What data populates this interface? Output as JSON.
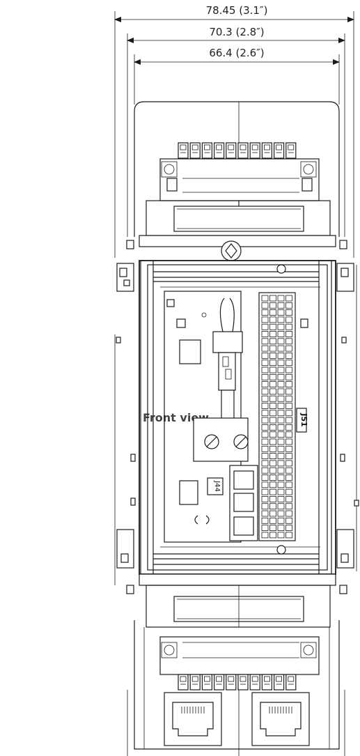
{
  "dimensions": [
    {
      "label": "78.45 (3.1″)"
    },
    {
      "label": "70.3 (2.8″)"
    },
    {
      "label": "66.4 (2.6″)"
    }
  ],
  "view_label": "Front view",
  "connector_labels": {
    "j51": "J51",
    "j44": "J44"
  }
}
